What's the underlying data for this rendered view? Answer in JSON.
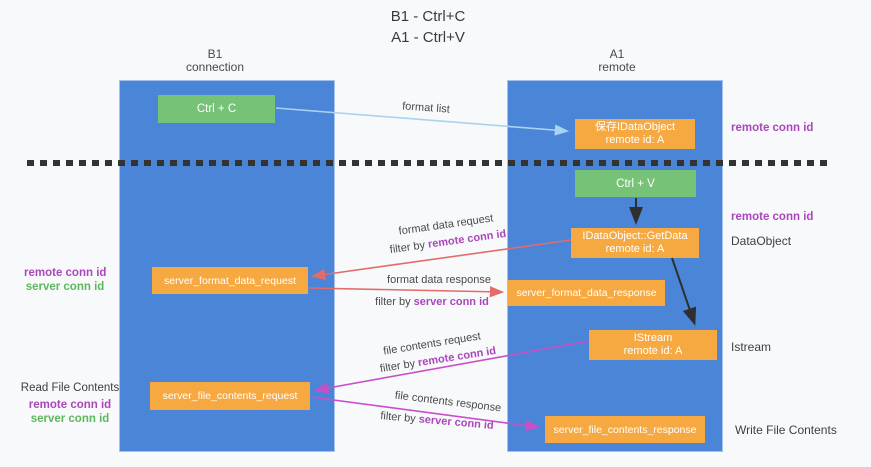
{
  "title": {
    "line1": "B1 - Ctrl+C",
    "line2": "A1 - Ctrl+V"
  },
  "columns": {
    "left": {
      "header_line1": "B1",
      "header_line2": "connection"
    },
    "right": {
      "header_line1": "A1",
      "header_line2": "remote"
    }
  },
  "boxes": {
    "ctrl_c": {
      "label": "Ctrl + C"
    },
    "ctrl_v": {
      "label": "Ctrl + V"
    },
    "save_idataobject": {
      "line1": "保存IDataObject",
      "line2": "remote id: A"
    },
    "getdata": {
      "line1": "IDataObject::GetData",
      "line2": "remote id: A"
    },
    "istream": {
      "line1": "IStream",
      "line2": "remote id: A"
    },
    "server_format_data_request": {
      "label": "server_format_data_request"
    },
    "server_format_data_response": {
      "label": "server_format_data_response"
    },
    "server_file_contents_request": {
      "label": "server_file_contents_request"
    },
    "server_file_contents_response": {
      "label": "server_file_contents_response"
    }
  },
  "arrow_labels": {
    "format_list": "format list",
    "format_data_request": "format data request",
    "format_data_request_filter_prefix": "filter by ",
    "format_data_request_filter_key": "remote conn id",
    "format_data_response": "format data response",
    "format_data_response_filter_prefix": "filter by ",
    "format_data_response_filter_key": "server conn id",
    "file_contents_request": "file contents request",
    "file_contents_request_filter_prefix": "filter by ",
    "file_contents_request_filter_key": "remote conn id",
    "file_contents_response": "file contents response",
    "file_contents_response_filter_prefix": "filter by ",
    "file_contents_response_filter_key": "server conn id"
  },
  "side_labels": {
    "right_remote_conn_id_top": "remote conn id",
    "right_remote_conn_id_mid": "remote conn id",
    "right_dataobject": "DataObject",
    "right_istream": "Istream",
    "right_write_file_contents": "Write File Contents",
    "left_remote_conn_id_top": "remote conn id",
    "left_server_conn_id_top": "server conn id",
    "left_read_file_contents": "Read File Contents",
    "left_remote_conn_id_bottom": "remote conn id",
    "left_server_conn_id_bottom": "server conn id"
  },
  "colors": {
    "column_blue": "#4a85d8",
    "box_orange": "#f7a941",
    "box_green": "#76c276",
    "accent_purple": "#ab47bc",
    "accent_green": "#5cb85c",
    "arrow_salmon": "#e26b6b",
    "arrow_magenta": "#c94fc9",
    "arrow_lightblue": "#a9d3f0",
    "arrow_black": "#2f2f2f",
    "background": "#f8f9fa"
  }
}
